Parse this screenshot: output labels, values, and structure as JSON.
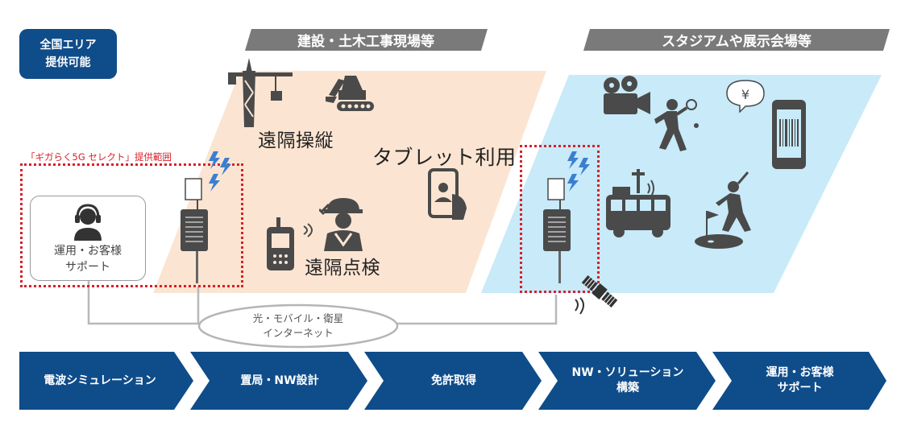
{
  "badge": {
    "line1": "全国エリア",
    "line2": "提供可能"
  },
  "sections": {
    "construction": {
      "title": "建設・土木工事現場等"
    },
    "stadium": {
      "title": "スタジアムや展示会場等"
    }
  },
  "labels": {
    "remote_operation": "遠隔操縦",
    "tablet_use": "タブレット利用",
    "remote_inspection": "遠隔点検"
  },
  "range_label": "「ギガらく5G セレクト」提供範囲",
  "support": {
    "line1": "運用・お客様",
    "line2": "サポート"
  },
  "network": {
    "line1": "光・モバイル・衛星",
    "line2": "インターネット"
  },
  "steps": [
    {
      "line1": "電波シミュレーション",
      "line2": ""
    },
    {
      "line1": "置局・NW設計",
      "line2": ""
    },
    {
      "line1": "免許取得",
      "line2": ""
    },
    {
      "line1": "NW・ソリューション",
      "line2": "構築"
    },
    {
      "line1": "運用・お客様",
      "line2": "サポート"
    }
  ],
  "colors": {
    "badge": "#0f4c8a",
    "banner": "#7a7a7a",
    "construction_area": "#fbe5d2",
    "stadium_area": "#c8eaf9",
    "flow_arrow": "#0f4c8a",
    "range_border": "#d8202a",
    "icon": "#4a4a4a"
  },
  "icons": [
    "crane-icon",
    "excavator-icon",
    "tablet-hand-icon",
    "walkie-talkie-icon",
    "worker-icon",
    "lightning-icon",
    "antenna-unit-icon",
    "operator-icon",
    "satellite-icon",
    "video-camera-icon",
    "tennis-player-icon",
    "yen-bubble-icon",
    "smartphone-barcode-icon",
    "broadcast-bus-icon",
    "golfer-icon"
  ]
}
